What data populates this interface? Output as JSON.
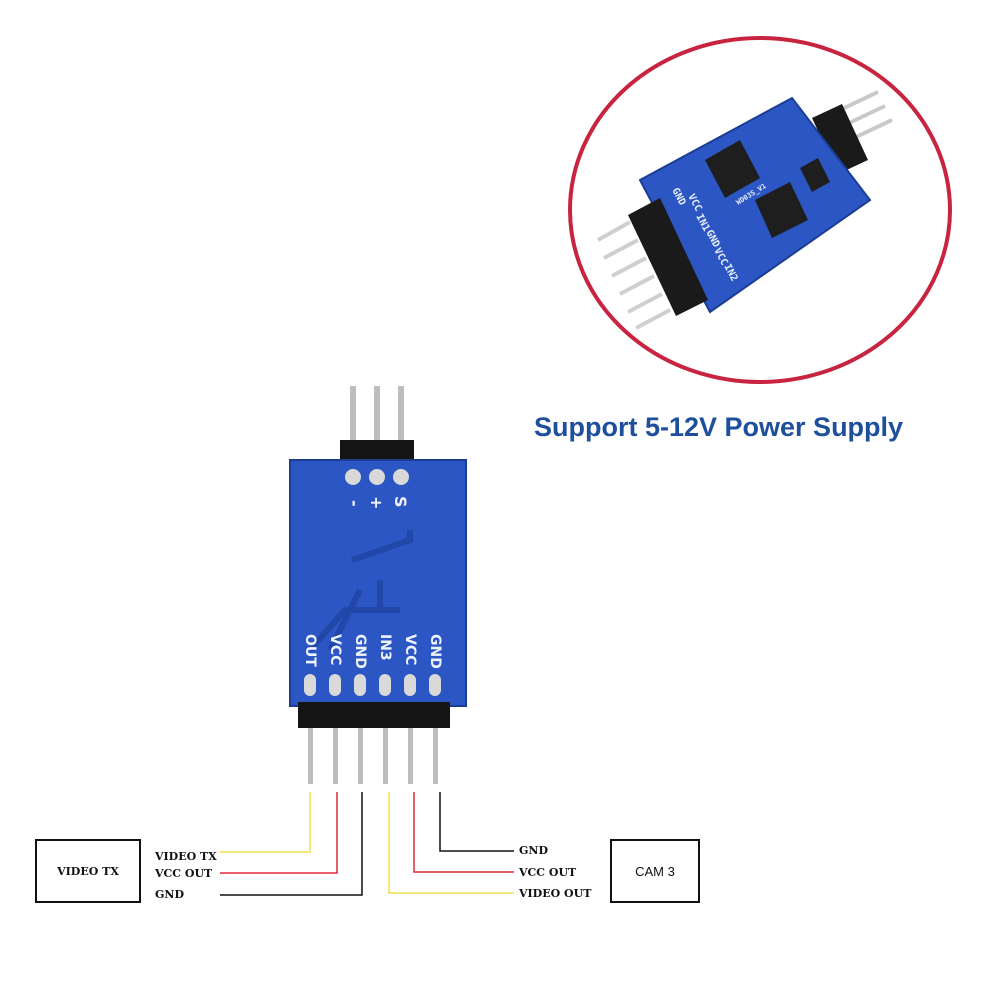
{
  "headline": "Support 5-12V Power Supply",
  "board_main": {
    "top_pins": [
      "-",
      "+",
      "S"
    ],
    "bottom_pins": [
      "OUT",
      "VCC",
      "GND",
      "IN3",
      "VCC",
      "GND"
    ]
  },
  "inset_photo": {
    "silkscreen": [
      "GND",
      "VCC",
      "IN1",
      "GND",
      "VCC",
      "IN2"
    ],
    "chip_marking": "WD03S_V1",
    "ring_color": "#c8243f"
  },
  "left_device": {
    "label": "VIDEO TX",
    "wires": [
      "VIDEO TX",
      "VCC OUT",
      "GND"
    ]
  },
  "right_device": {
    "label": "CAM 3",
    "wires": [
      "GND",
      "VCC OUT",
      "VIDEO OUT"
    ]
  },
  "colors": {
    "pcb_blue": "#2b56c4",
    "headline_blue": "#1e4f9c",
    "wire_video": "#f2e04a",
    "wire_vcc": "#e0283a",
    "wire_gnd": "#111111"
  }
}
